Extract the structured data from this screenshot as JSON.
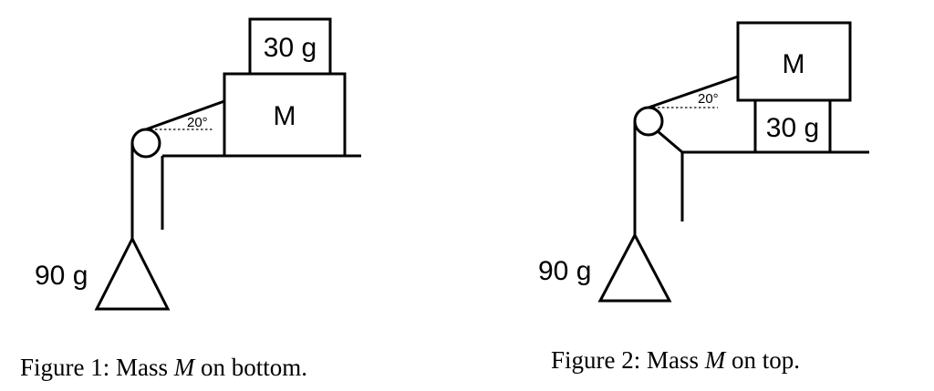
{
  "figure1": {
    "top_block_label": "30 g",
    "main_block_label": "M",
    "angle_label": "20°",
    "hanging_mass_label": "90 g",
    "caption_prefix": "Figure 1: Mass ",
    "caption_var": "M",
    "caption_suffix": " on bottom."
  },
  "figure2": {
    "top_block_label": "M",
    "bottom_block_label": "30 g",
    "angle_label": "20°",
    "hanging_mass_label": "90 g",
    "caption_prefix": "Figure 2: Mass ",
    "caption_var": "M",
    "caption_suffix": " on top."
  }
}
